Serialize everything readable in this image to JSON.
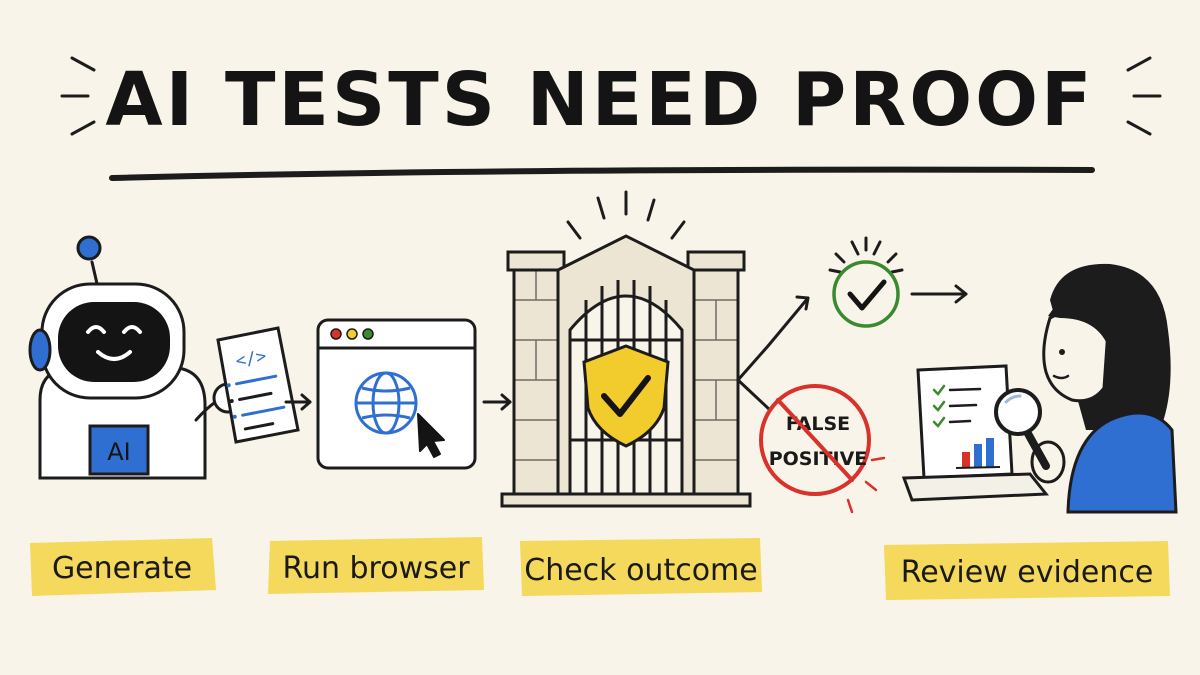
{
  "title": "AI TESTS NEED PROOF",
  "robot": {
    "chest_label": "AI",
    "doc_code": "</>"
  },
  "steps": [
    {
      "label": "Generate"
    },
    {
      "label": "Run browser"
    },
    {
      "label": "Check outcome"
    },
    {
      "label": "Review evidence"
    }
  ],
  "branches": {
    "rejected_label_line1": "FALSE",
    "rejected_label_line2": "POSITIVE"
  },
  "colors": {
    "background": "#f8f4e9",
    "highlight": "#f3d64c",
    "accent_blue": "#2f6fd1",
    "pass_green": "#3a8a2e",
    "reject_red": "#d8322b",
    "shield_yellow": "#f2cc2c",
    "ink": "#1c1c1c"
  },
  "icons": [
    "robot-icon",
    "code-document-icon",
    "browser-window-icon",
    "globe-icon",
    "cursor-icon",
    "castle-gate-icon",
    "shield-check-icon",
    "check-circle-icon",
    "prohibited-icon",
    "laptop-chart-icon",
    "magnifying-glass-icon",
    "reviewer-person-icon"
  ]
}
